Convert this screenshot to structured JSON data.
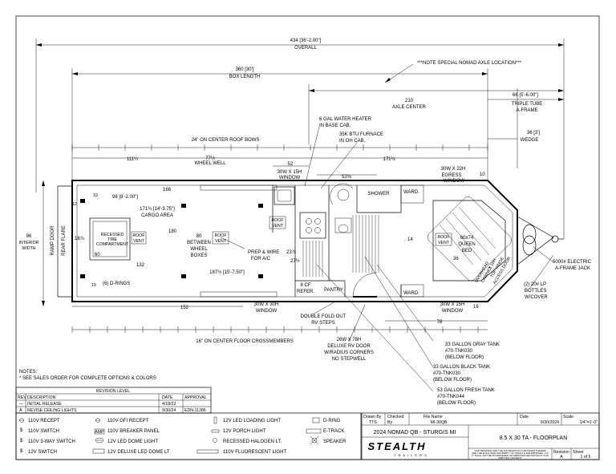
{
  "dimensions": {
    "overall": "434 [36'-2.00\"]",
    "overall_label": "OVERALL",
    "box_length": "360 [30']",
    "box_length_label": "BOX LENGTH",
    "axle_center": "210",
    "axle_center_label": "AXLE CENTER",
    "triple_tube": "66 [5'-6.00\"]",
    "triple_tube_label1": "TRIPLE TUBE",
    "triple_tube_label2": "A-FRAME",
    "wedge": "36 [3']",
    "wedge_label": "WEDGE",
    "interior_width": "96",
    "interior_width_label1": "INTERIOR",
    "interior_width_label2": "WIDTH",
    "d111": "111¼",
    "wheel_well": "77½",
    "wheel_well_label": "WHEEL WELL",
    "d171": "171⅛",
    "d52": "52",
    "d53": "53⅝",
    "d10": "10",
    "d166": "166",
    "d19a": "19",
    "d98": "98 [8'-2.00\"]",
    "d12": "12",
    "cargo": "171¾ [14'-3.75\"]",
    "cargo_label": "CARGO AREA",
    "d18": "18⅞",
    "d180": "180",
    "d60": "60",
    "d132": "132",
    "d187": "187½ [15'-7.50\"]",
    "d19b": "19",
    "d152": "152",
    "d78": "78",
    "d16": "16",
    "d14": "14",
    "d36": "36",
    "d23": "23⅞",
    "d27": "27½",
    "d80": "80",
    "d80_l1": "BETWEEN",
    "d80_l2": "WHEEL",
    "d80_l3": "BOXES"
  },
  "notes_top": {
    "axle_note": "***NOTE SPECIAL NOMAD AXLE LOCATION***",
    "water_heater1": "6 GAL WATER HEATER",
    "water_heater2": "IN BASE CAB.",
    "furnace1": "35K BTU FURNACE",
    "furnace2": "IN OH CAB.",
    "roof_bows": "24\" ON CENTER ROOF BOWS",
    "window_30x15_a1": "30W X 15H",
    "window_30x15_a2": "WINDOW",
    "egress1": "30W X 22H",
    "egress2": "EGRESS",
    "egress3": "WINDOW"
  },
  "rooms": {
    "shower": "SHOWER",
    "ward_top": "WARD.",
    "ward_bottom": "WARD.",
    "ramp_door": "RAMP DOOR",
    "rear_flare": "REAR FLARE",
    "roof_vent_1a": "ROOF",
    "roof_vent_1b": "VENT",
    "roof_vent_2a": "ROOF",
    "roof_vent_2b": "VENT",
    "roof_vent_3a": "ROOF",
    "roof_vent_3b": "VENT",
    "roof_vent_4a": "ROOF",
    "roof_vent_4b": "VENT",
    "tire1": "RECESSED",
    "tire2": "TIRE",
    "tire3": "COMPARTMENT",
    "prep1": "PREP & WIRE",
    "prep2": "FOR A/C",
    "drings": "(6) D-RINGS",
    "refer1": "8 CF",
    "refer2": "REFER.",
    "pantry": "PANTRY",
    "bed1": "60x74",
    "bed2": "QUEEN",
    "bed3": "BED",
    "overhead1": "OVERHEAD",
    "overhead2": "CABINET",
    "access1": "X 16H",
    "access2": "TOP HINGE",
    "access3": "ACCESS DOOR",
    "jack1": "5000# ELECTRIC",
    "jack2": "A-FRAME JACK",
    "lp1": "(2) 20# LP",
    "lp2": "BOTTLES",
    "lp3": "W/COVER"
  },
  "notes_bottom": {
    "window_30x30_1": "30W X 30H",
    "window_30x30_2": "WINDOW",
    "window_30x15_b1": "30W X 15H",
    "window_30x15_b2": "WINDOW",
    "steps1": "DOUBLE FOLD OUT",
    "steps2": "RV STEPS",
    "crossmembers": "16\" ON CENTER FLOOR CROSSMEMBERS",
    "door1": "26W X 78H",
    "door2": "DELUXE RV DOOR",
    "door3": "W/RADIUS CORNERS",
    "door4": "NO STEPWELL",
    "gray1": "33 GALLON GRAY TANK",
    "gray2": "#70-TNK030",
    "gray3": "(BELOW FLOOR)",
    "black1": "33 GALLON BLACK TANK",
    "black2": "#70-TNK030",
    "black3": "(BELOW FLOOR)",
    "fresh1": "53 GALLON FRESH TANK",
    "fresh2": "#70-TNK044",
    "fresh3": "(BELOW FLOOR)"
  },
  "notes": {
    "title": "NOTES:",
    "line1": "* SEE SALES ORDER FOR COMPLETE OPTIONS & COLORS"
  },
  "revision": {
    "title": "REVISION LEVEL",
    "headers": [
      "REV",
      "DESCRIPTION",
      "DATE",
      "APPROVAL"
    ],
    "rows": [
      [
        "—",
        "INITIAL RELEASE",
        "4/18/23",
        ""
      ],
      [
        "A",
        "REVISE CEILING LIGHTS",
        "9/30/24",
        "EDN-11286"
      ]
    ]
  },
  "legend": {
    "c1": [
      "110V RECEPT",
      "110V SWITCH",
      "110V 3-WAY SWITCH",
      "12V  SWITCH"
    ],
    "c2": [
      "110V GFI RECEPT",
      "110V BREAKER PANEL",
      "12V LED DOME LIGHT",
      "12V DELUXE LED DOME LT"
    ],
    "c2_box": "AMP",
    "c3": [
      "12V LED LOADING LIGHT",
      "12V  PORCH LIGHT",
      "RECESSED HALOGEN LT.",
      "110V FLUORESCENT LIGHT"
    ],
    "c4": [
      "D-RING",
      "E-TRACK",
      "SPEAKER"
    ]
  },
  "title_block": {
    "drawn_by_label": "Drawn By",
    "drawn_by": "TTS",
    "checked_label1": "Checked",
    "checked_label2": "By",
    "file_label": "File Name",
    "file": "MI-30QB",
    "date_label": "Date",
    "date": "9/30/2024",
    "scale_label": "Scale",
    "scale": "1/4\"=1'-0\"",
    "model": "2024 NOMAD QB - STURGIS MI",
    "title": "8.5 X 30 TA - FLOORPLAN",
    "brand": "STEALTH",
    "brand_sub": "T R A I L E R S",
    "prop1": "THIS DRAWING AND THE INFORMATION CONTAINED THEREIN",
    "prop2": "ARE THE EXCLUSIVE PROPERTY OF STEALTH ENTERPRISES, LLC",
    "prop3": "IT SHALL NOT BE TRANSFERED OR REPRODUCED WITHOUT OUR",
    "prop4": "WRITTEN CONSENT.",
    "revision_label": "Revision",
    "revision": "A",
    "sheet_label": "Sheet",
    "sheet": "1 of 6"
  }
}
